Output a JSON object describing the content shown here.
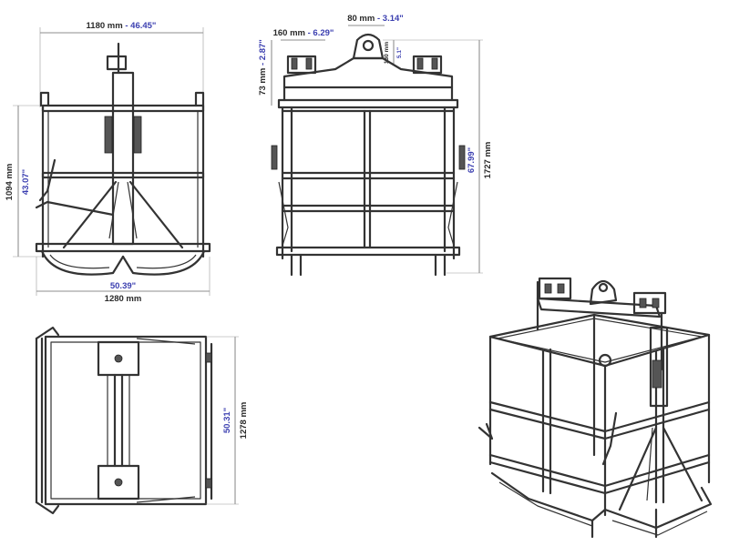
{
  "colors": {
    "line": "#333333",
    "inch_text": "#3b3fb0",
    "mm_text": "#2a2a2a"
  },
  "dimensions": {
    "front_top_mm": "1180 mm",
    "front_top_sep": " - ",
    "front_top_in": "46.45\"",
    "front_height_mm": "1094 mm",
    "front_height_in": "43.07\"",
    "front_bottom_in": "50.39\"",
    "front_bottom_mm": "1280 mm",
    "side_clamp_mm": "160 mm",
    "side_clamp_sep": " - ",
    "side_clamp_in": "6.29\"",
    "side_eye_mm": "80 mm",
    "side_eye_sep": " - ",
    "side_eye_in": "3.14\"",
    "side_small_mm": "130 mm",
    "side_small_in": "5.1\"",
    "side_left_mm": "73 mm",
    "side_left_sep": " - ",
    "side_left_in": "2.87\"",
    "side_right_in": "67.99\"",
    "side_right_mm": "1727 mm",
    "top_right_in": "50.31\"",
    "top_right_mm": "1278 mm"
  }
}
